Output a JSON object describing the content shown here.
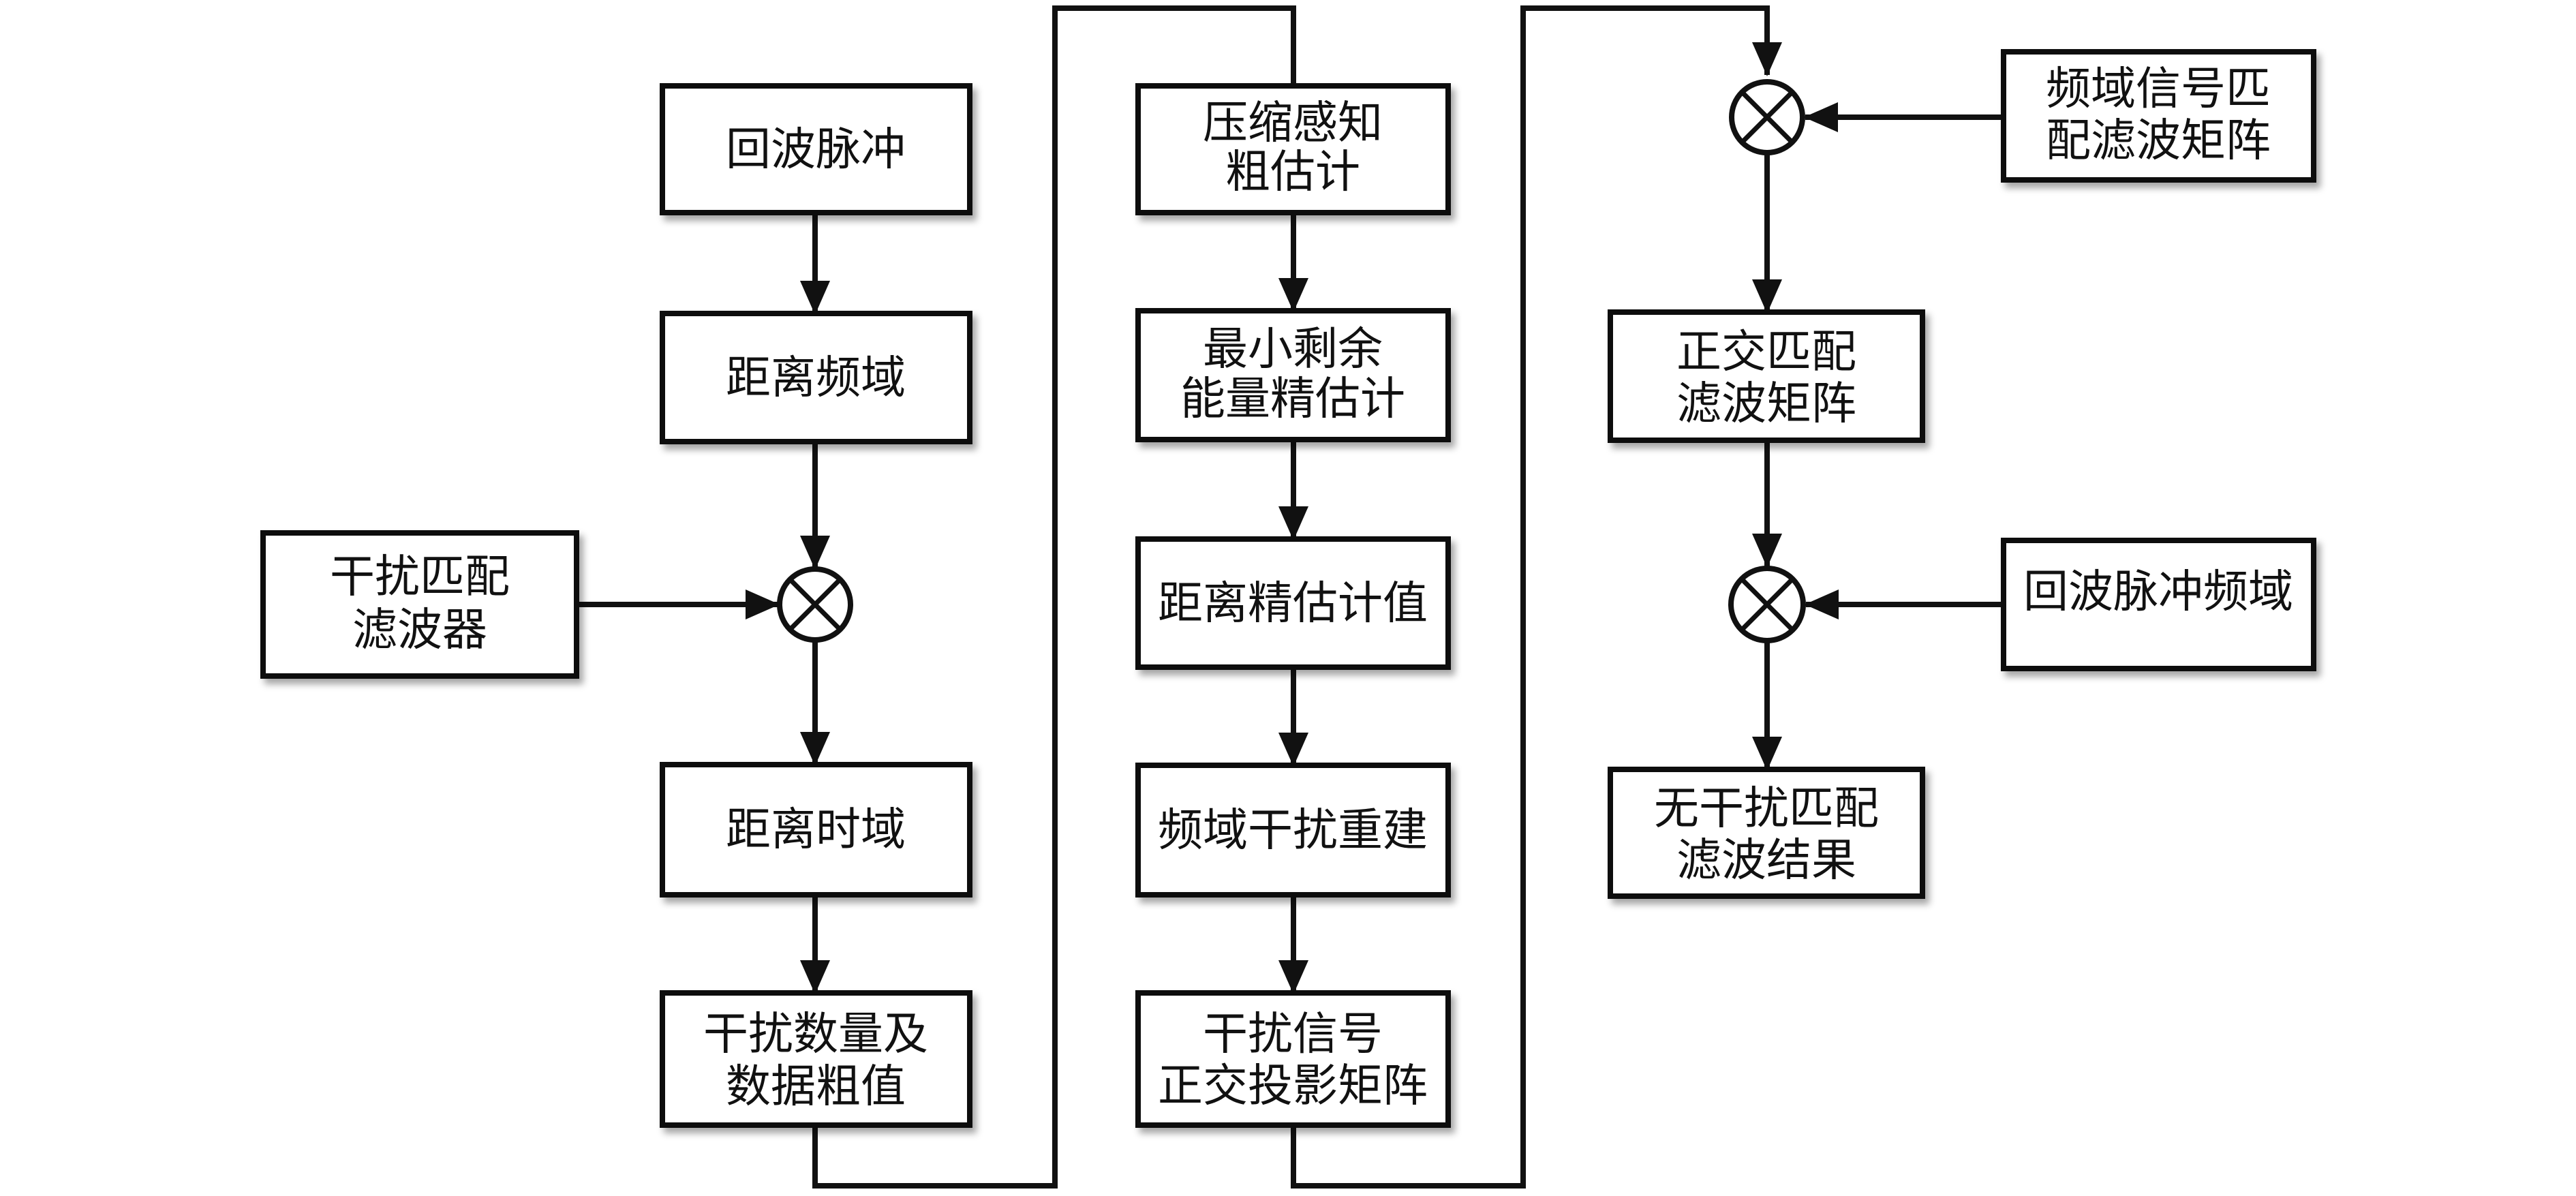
{
  "nodes": [
    {
      "id": "echo-pulse",
      "lines": [
        "回波脉冲"
      ]
    },
    {
      "id": "range-freq",
      "lines": [
        "距离频域"
      ]
    },
    {
      "id": "interf-filter",
      "lines": [
        "干扰匹配",
        "滤波器"
      ]
    },
    {
      "id": "range-time",
      "lines": [
        "距离时域"
      ]
    },
    {
      "id": "interf-count",
      "lines": [
        "干扰数量及",
        "数据粗值"
      ]
    },
    {
      "id": "cs-coarse",
      "lines": [
        "压缩感知",
        "粗估计"
      ]
    },
    {
      "id": "min-residual",
      "lines": [
        "最小剩余",
        "能量精估计"
      ]
    },
    {
      "id": "range-fine",
      "lines": [
        "距离精估计值"
      ]
    },
    {
      "id": "freq-reconstruct",
      "lines": [
        "频域干扰重建"
      ]
    },
    {
      "id": "ortho-projection",
      "lines": [
        "干扰信号",
        "正交投影矩阵"
      ]
    },
    {
      "id": "freq-signal-filter",
      "lines": [
        "频域信号匹",
        "配滤波矩阵"
      ]
    },
    {
      "id": "ortho-filter",
      "lines": [
        "正交匹配",
        "滤波矩阵"
      ]
    },
    {
      "id": "echo-freq",
      "lines": [
        "回波脉冲频域"
      ]
    },
    {
      "id": "result",
      "lines": [
        "无干扰匹配",
        "滤波结果"
      ]
    }
  ]
}
